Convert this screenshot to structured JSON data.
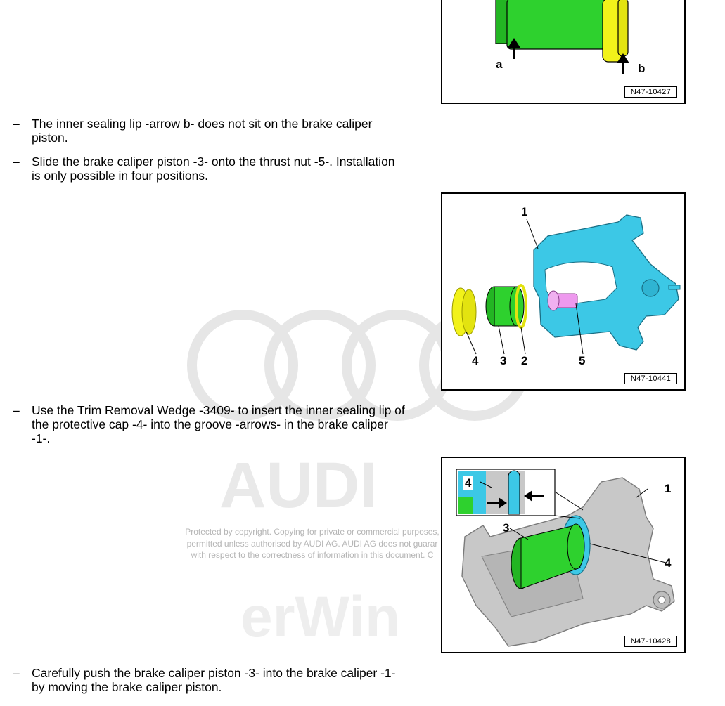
{
  "steps": [
    {
      "dash": "–",
      "text": "The inner sealing lip -arrow b- does not sit on the brake caliper piston."
    },
    {
      "dash": "–",
      "text": "Slide the brake caliper piston -3- onto the thrust nut -5-. Installation is only possible in four positions."
    },
    {
      "dash": "–",
      "text": "Use the Trim Removal Wedge -3409- to insert the inner sealing lip of the protective cap -4- into the groove -arrows- in the brake caliper -1-."
    },
    {
      "dash": "–",
      "text": "Carefully push the brake caliper piston -3- into the brake caliper -1- by moving the brake caliper piston."
    }
  ],
  "figures": {
    "fig1": {
      "id": "N47-10427",
      "labels": {
        "a": "a",
        "b": "b"
      }
    },
    "fig2": {
      "id": "N47-10441",
      "labels": {
        "l1": "1",
        "l2": "2",
        "l3": "3",
        "l4": "4",
        "l5": "5"
      }
    },
    "fig3": {
      "id": "N47-10428",
      "labels": {
        "l1": "1",
        "l3": "3",
        "l4": "4",
        "inset4": "4"
      }
    }
  },
  "watermark": {
    "brand": "AUDI",
    "copyright_lines": [
      "Protected by copyright. Copying for private or commercial purposes,",
      "permitted unless authorised by AUDI AG. AUDI AG does not guarar",
      "with respect to the correctness of information in this document. C"
    ],
    "site": "erWin"
  },
  "colors": {
    "green": "#2ed12e",
    "yellow": "#f2f21a",
    "cyan": "#3cc8e6",
    "pink": "#ee99ee",
    "grey": "#c8c8c8"
  }
}
